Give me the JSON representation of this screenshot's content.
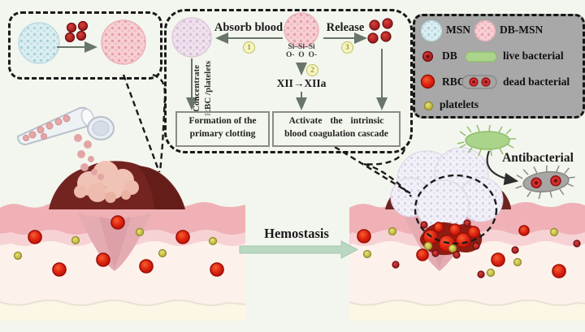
{
  "colors": {
    "background": "#f3f6ee",
    "msn_blue": "#cfe6ea",
    "db_msn_pink": "#f3c6cc",
    "db_red": "#b02125",
    "rbc_red": "#e02c15",
    "platelet_yellow": "#d0c93e",
    "live_bacterial_green": "#a9d489",
    "dead_bacterial_gray": "#a7a6a4",
    "skin_pink": "#efb1b6",
    "wound_clot_dark_red": "#75241f",
    "legend_background": "#a8a8a8",
    "hemostasis_arrow_green": "#b9d7c1",
    "dashed_border": "#1a1a1a"
  },
  "flowchart": {
    "absorb_label": "Absorb blood",
    "release_label": "Release",
    "step_labels": [
      "1",
      "2",
      "3"
    ],
    "silanol_row1": "Si–Si–Si",
    "silanol_row2": "O-  O  O-",
    "xii_label": "XII→XIIa",
    "concentrate_line1": "Concentrate",
    "concentrate_line2": "RBC /platelets",
    "left_box_line1": "Formation of the",
    "left_box_line2": "primary clotting",
    "right_box_line1": "Activate the intrinsic",
    "right_box_line2": "blood coagulation cascade"
  },
  "legend": {
    "items": [
      {
        "icon": "msn-icon",
        "label": "MSN"
      },
      {
        "icon": "db-msn-icon",
        "label": "DB-MSN"
      },
      {
        "icon": "db-icon",
        "label": "DB"
      },
      {
        "icon": "live-bacterial-icon",
        "label": "live bacterial"
      },
      {
        "icon": "rbc-icon",
        "label": "RBC"
      },
      {
        "icon": "dead-bacterial-icon",
        "label": "dead bacterial"
      },
      {
        "icon": "platelet-icon",
        "label": "platelets"
      }
    ]
  },
  "scene": {
    "hemostasis_label": "Hemostasis",
    "antibacterial_label": "Antibacterial"
  }
}
